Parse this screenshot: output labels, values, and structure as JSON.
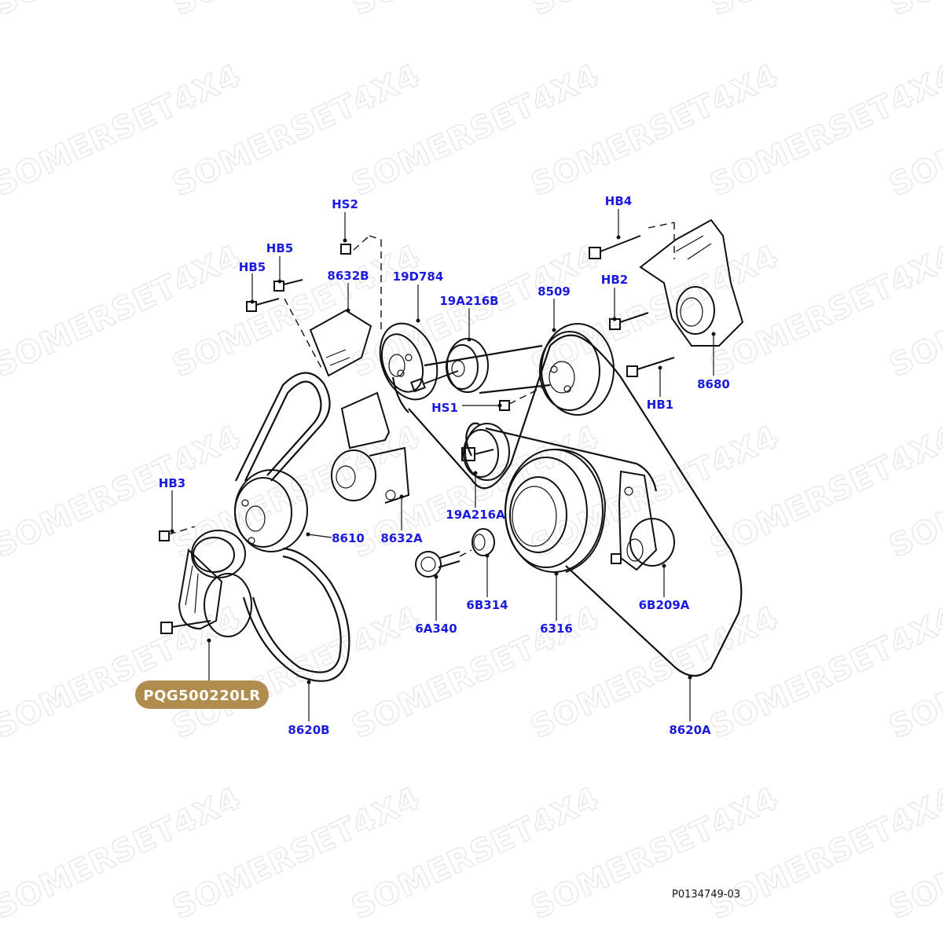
{
  "watermark": {
    "text": "SOMERSET4X4"
  },
  "callouts": {
    "HS2": "HS2",
    "HB5a": "HB5",
    "HB5b": "HB5",
    "8632B": "8632B",
    "19D784": "19D784",
    "19A216B": "19A216B",
    "8509": "8509",
    "HB4": "HB4",
    "HB2": "HB2",
    "8680": "8680",
    "HB1": "HB1",
    "HS1": "HS1",
    "HB3": "HB3",
    "8610": "8610",
    "8632A": "8632A",
    "19A216A": "19A216A",
    "6A340": "6A340",
    "6B314": "6B314",
    "6316": "6316",
    "6B209A": "6B209A",
    "8620B": "8620B",
    "8620A": "8620A"
  },
  "highlight": {
    "part_number": "PQG500220LR",
    "color": "#b08d4f"
  },
  "callout_color": "#1a1adf",
  "figure_ref": "P0134749-03"
}
